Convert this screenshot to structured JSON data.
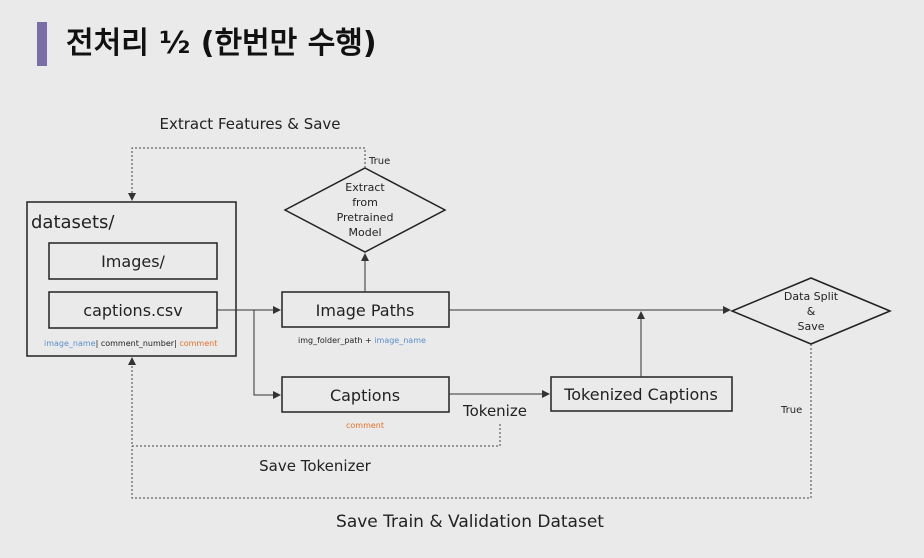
{
  "title": "전처리 ½ (한번만 수행)",
  "colors": {
    "accent": "#7b6ea6",
    "blue": "#5b8ec9",
    "orange": "#e0722b"
  },
  "nodes": {
    "datasets": "datasets/",
    "images": "Images/",
    "captions_csv": "captions.csv",
    "image_paths": "Image Paths",
    "captions": "Captions",
    "tokenized_captions": "Tokenized Captions",
    "extract": [
      "Extract",
      "from",
      "Pretrained",
      "Model"
    ],
    "data_split": [
      "Data Split",
      "&",
      "Save"
    ]
  },
  "csv_columns": {
    "image_name": "image_name",
    "sep1": "| comment_number| ",
    "comment": "comment"
  },
  "image_paths_sub": {
    "prefix": "img_folder_path + ",
    "image_name": "image_name"
  },
  "captions_sub": "comment",
  "labels": {
    "extract_features": "Extract Features & Save",
    "true_top": "True",
    "true_right": "True",
    "tokenize": "Tokenize",
    "save_tokenizer": "Save Tokenizer",
    "save_train": "Save Train & Validation Dataset"
  }
}
